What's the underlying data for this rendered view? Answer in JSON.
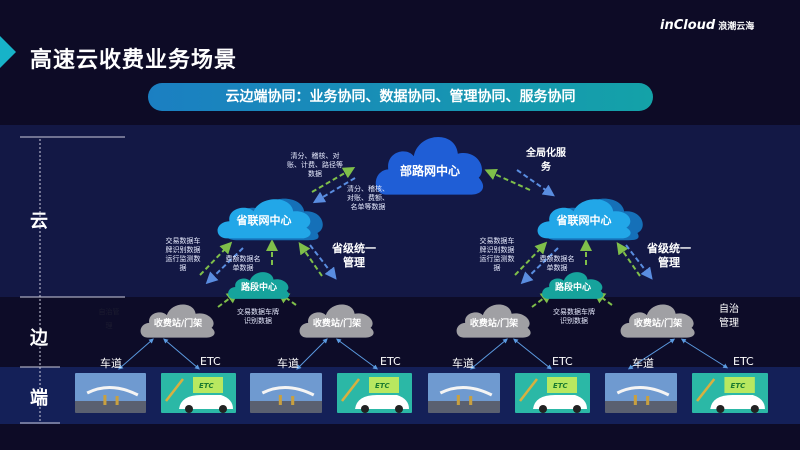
{
  "header": {
    "title": "高速云收费业务场景",
    "logo_text": "inCloud",
    "logo_cn": "浪潮云海",
    "subtitle": "云边端协同：业务协同、数据协同、管理协同、服务协同"
  },
  "layers": {
    "cloud": "云",
    "edge": "边",
    "end": "端"
  },
  "nodes": {
    "ministry": "部路网中心",
    "province": "省联网中心",
    "road": "路段中心",
    "station": "收费站/门架"
  },
  "annotations": {
    "to_ministry": "清分、稽核、对账、计费、路径等数据",
    "from_ministry": "清分、稽核、对账、费额、名单等数据",
    "global_service": "全局化服务",
    "to_province": "交易数据车牌识别数据运行监测数据",
    "from_province": "费额数据名单数据",
    "province_mgmt": "省级统一管理",
    "to_road": "交易数据车牌识别数据",
    "autonomy": "自治管理"
  },
  "terminals": {
    "lane": "车道",
    "etc": "ETC",
    "etc_sign": "ETC"
  },
  "colors": {
    "ministry": "#1f5ed6",
    "province": "#22a7e8",
    "road": "#16a39c",
    "station": "#a0a0a4",
    "green_arrow": "#7fbf4a",
    "blue_arrow": "#5a8de0"
  }
}
